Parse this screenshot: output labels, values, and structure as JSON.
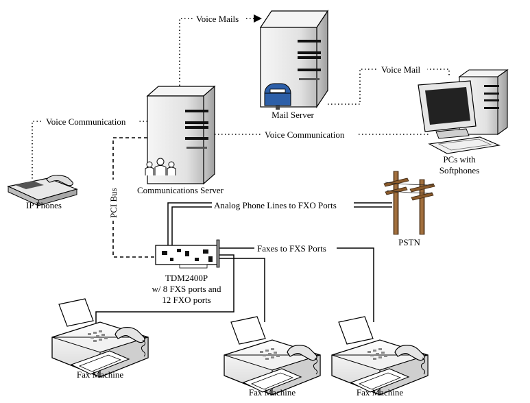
{
  "nodes": {
    "mail_server": "Mail Server",
    "communications_server": "Communications Server",
    "ip_phones": "IP Phones",
    "pcs_softphones_line1": "PCs with",
    "pcs_softphones_line2": "Softphones",
    "pstn": "PSTN",
    "card_line1": "TDM2400P",
    "card_line2": "w/ 8 FXS ports and",
    "card_line3": "12 FXO ports",
    "fax_1": "Fax Machine",
    "fax_2": "Fax Machine",
    "fax_3": "Fax Machine"
  },
  "links": {
    "voice_mails": "Voice Mails",
    "voice_mail": "Voice Mail",
    "voice_communication_ip": "Voice Communication",
    "voice_communication_pc": "Voice Communication",
    "pci_bus": "PCI Bus",
    "analog_lines": "Analog Phone Lines to FXO Ports",
    "faxes_fxs": "Faxes to FXS Ports"
  }
}
